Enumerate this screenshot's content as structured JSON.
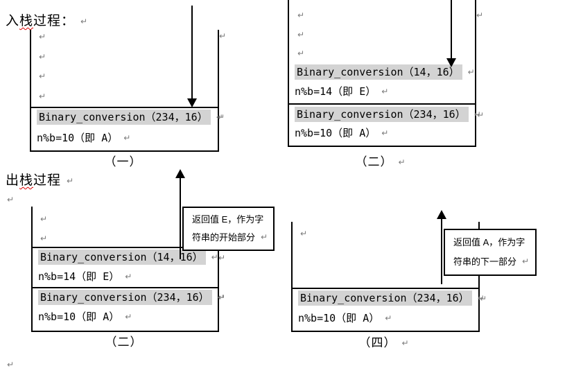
{
  "marks": {
    "pilcrow": "↵"
  },
  "sections": {
    "push": {
      "pre": "入",
      "misspell": "栈",
      "post": "过程："
    },
    "pop": {
      "pre": "出",
      "misspell": "栈",
      "post": "过程"
    }
  },
  "stack_rows": {
    "call_234": "Binary_conversion（234，16）",
    "call_14": "Binary_conversion（14，16）",
    "mod_10": "n%b=10（即 A）",
    "mod_14": "n%b=14（即 E）"
  },
  "captions": {
    "first": "（一）",
    "second": "（二）",
    "third": "（二）",
    "fourth": "（四）"
  },
  "callouts": {
    "return_e": {
      "line1": "返回值 E，作为字",
      "line2": "符串的开始部分"
    },
    "return_a": {
      "line1": "返回值 A，作为字",
      "line2": "符串的下一部分"
    }
  },
  "colors": {
    "highlight": "#d3d3d3",
    "paragraph_mark": "#7a7a7a",
    "squiggle": "#dd0000",
    "line": "#000000"
  }
}
